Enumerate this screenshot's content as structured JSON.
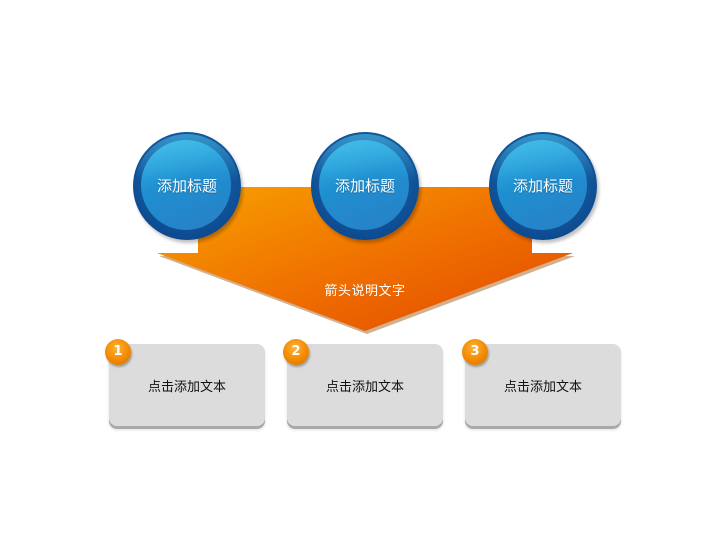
{
  "diagram": {
    "arrow": {
      "caption": "箭头说明文字",
      "color_start": "#F59A00",
      "color_end": "#E64A00",
      "shadow_color": "#C8A27A"
    },
    "circles": [
      {
        "label": "添加标题"
      },
      {
        "label": "添加标题"
      },
      {
        "label": "添加标题"
      }
    ],
    "boxes": [
      {
        "number": "1",
        "text": "点击添加文本"
      },
      {
        "number": "2",
        "text": "点击添加文本"
      },
      {
        "number": "3",
        "text": "点击添加文本"
      }
    ],
    "colors": {
      "circle_outer": "#0E4D93",
      "circle_inner": "#2A9AD8",
      "badge": "#F28A00",
      "box_fill": "#DCDCDC",
      "box_shadow": "#A9A9A9"
    }
  }
}
